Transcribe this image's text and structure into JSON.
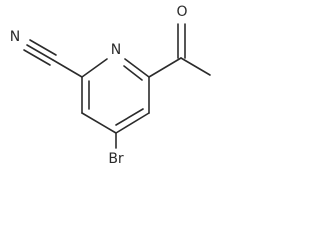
{
  "molecule": {
    "atoms": {
      "nitrile_n": "N",
      "ring_n": "N",
      "carbonyl_o": "O",
      "bromine": "Br"
    }
  }
}
